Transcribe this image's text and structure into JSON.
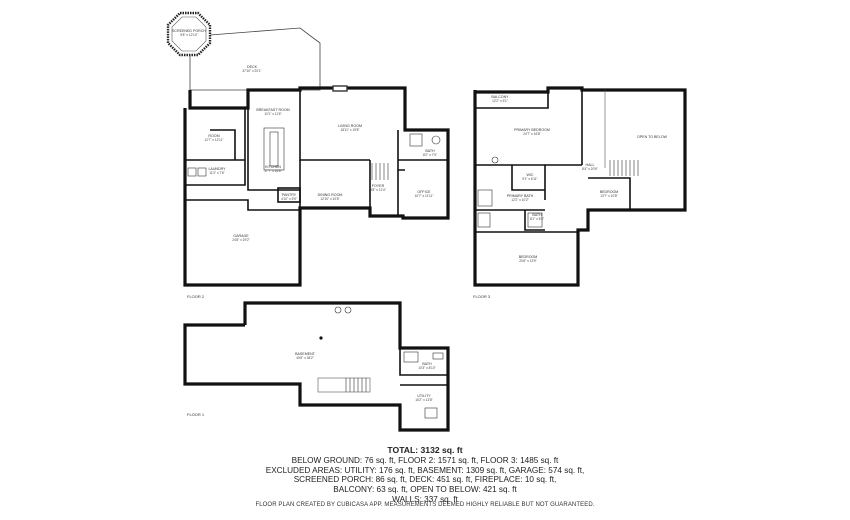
{
  "floors": [
    {
      "label": "FLOOR 2"
    },
    {
      "label": "FLOOR 3"
    },
    {
      "label": "FLOOR 1"
    }
  ],
  "rooms": {
    "screened_porch": {
      "name": "SCREENED PORCH",
      "dim": "9'8\" x 12'10\""
    },
    "deck": {
      "name": "DECK",
      "dim": "37'10\" x 20'1\""
    },
    "breakfast_room": {
      "name": "BREAKFAST ROOM",
      "dim": "10'1\" x 11'6\""
    },
    "room": {
      "name": "ROOM",
      "dim": "12'7\" x 12'11\""
    },
    "laundry": {
      "name": "LAUNDRY",
      "dim": "11'3\" x 7'6\""
    },
    "kitchen": {
      "name": "KITCHEN",
      "dim": "17'7\" x 16'8\""
    },
    "pantry": {
      "name": "PANTRY",
      "dim": "4'10\" x 5'5\""
    },
    "living_room": {
      "name": "LIVING ROOM",
      "dim": "18'11\" x 19'8\""
    },
    "bath_f2": {
      "name": "BATH",
      "dim": "8'2\" x 7'5\""
    },
    "dining_room": {
      "name": "DINING ROOM",
      "dim": "12'10\" x 10'8\""
    },
    "foyer": {
      "name": "FOYER",
      "dim": "8'8\" x 12'4\""
    },
    "office": {
      "name": "OFFICE",
      "dim": "10'7\" x 11'11\""
    },
    "garage": {
      "name": "GARAGE",
      "dim": "24'8\" x 29'2\""
    },
    "balcony": {
      "name": "BALCONY",
      "dim": "12'2\" x 5'1\""
    },
    "primary_bedroom": {
      "name": "PRIMARY BEDROOM",
      "dim": "24'7\" x 16'8\""
    },
    "open_to_below": {
      "name": "OPEN TO BELOW",
      "dim": ""
    },
    "wic": {
      "name": "WIC",
      "dim": "9'1\" x 6'11\""
    },
    "hall": {
      "name": "HALL",
      "dim": "8'4\" x 20'6\""
    },
    "primary_bath": {
      "name": "PRIMARY BATH",
      "dim": "12'2\" x 10'2\""
    },
    "bedroom_a": {
      "name": "BEDROOM",
      "dim": "13'7\" x 10'8\""
    },
    "bath_f3": {
      "name": "BATH",
      "dim": "8'1\" x 5'5\""
    },
    "bedroom_b": {
      "name": "BEDROOM",
      "dim": "20'6\" x 13'9\""
    },
    "basement": {
      "name": "BASEMENT",
      "dim": "40'8\" x 38'2\""
    },
    "bath_f1": {
      "name": "BATH",
      "dim": "10'3\" x 8'10\""
    },
    "utility": {
      "name": "UTILITY",
      "dim": "16'2\" x 13'8\""
    }
  },
  "summary": {
    "total": "TOTAL: 3132 sq. ft",
    "line1": "BELOW GROUND: 76 sq. ft, FLOOR 2: 1571 sq. ft, FLOOR 3: 1485 sq. ft",
    "line2": "EXCLUDED AREAS: UTILITY: 176 sq. ft, BASEMENT: 1309 sq. ft, GARAGE: 574 sq. ft,",
    "line3": "SCREENED PORCH: 86 sq. ft, DECK: 451 sq. ft, FIREPLACE: 10 sq. ft,",
    "line4": "BALCONY: 63 sq. ft, OPEN TO BELOW: 421 sq. ft",
    "line5": "WALLS: 337 sq. ft"
  },
  "footer": "FLOOR PLAN CREATED BY CUBICASA APP. MEASUREMENTS DEEMED HIGHLY RELIABLE BUT NOT GUARANTEED."
}
